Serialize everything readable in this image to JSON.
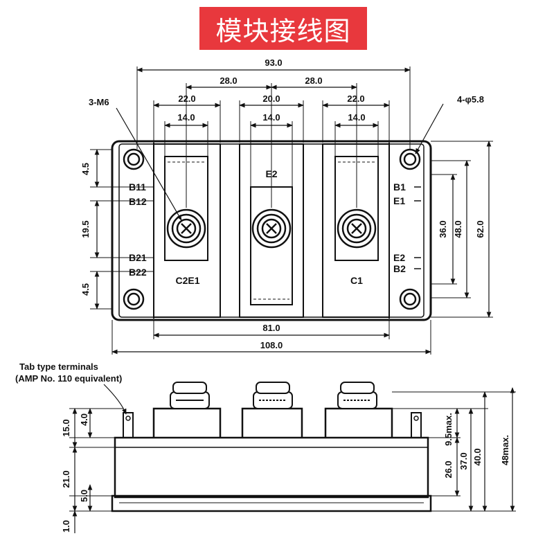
{
  "title": "模块接线图",
  "top_view": {
    "dims_horizontal": {
      "overall_holes": "93.0",
      "pitch_left": "28.0",
      "pitch_right": "28.0",
      "term1_width": "22.0",
      "term2_width": "20.0",
      "term3_width": "22.0",
      "slot1_width": "14.0",
      "slot2_width": "14.0",
      "slot3_width": "14.0",
      "mount_pitch": "81.0",
      "overall_length": "108.0"
    },
    "dims_vertical": {
      "left_top": "4.5",
      "left_mid": "19.5",
      "left_bottom": "4.5",
      "right_inner": "36.0",
      "right_mid": "48.0",
      "right_outer": "62.0"
    },
    "callouts": {
      "screw": "3-M6",
      "hole": "4-φ5.8"
    },
    "terminal_labels": {
      "b11": "B11",
      "b12": "B12",
      "b21": "B21",
      "b22": "B22",
      "c2e1": "C2E1",
      "e2_top": "E2",
      "c1": "C1",
      "b1": "B1",
      "e1": "E1",
      "e2_right": "E2",
      "b2": "B2"
    }
  },
  "side_view": {
    "note_line1": "Tab type terminals",
    "note_line2": "(AMP No. 110 equivalent)",
    "dims_left": {
      "d15": "15.0",
      "d4": "4.0",
      "d21": "21.0",
      "d5": "5.0",
      "d1": "1.0"
    },
    "dims_right": {
      "d26": "26.0",
      "d95": "9.5max.",
      "d37": "37.0",
      "d40": "40.0",
      "d48": "48max."
    }
  }
}
